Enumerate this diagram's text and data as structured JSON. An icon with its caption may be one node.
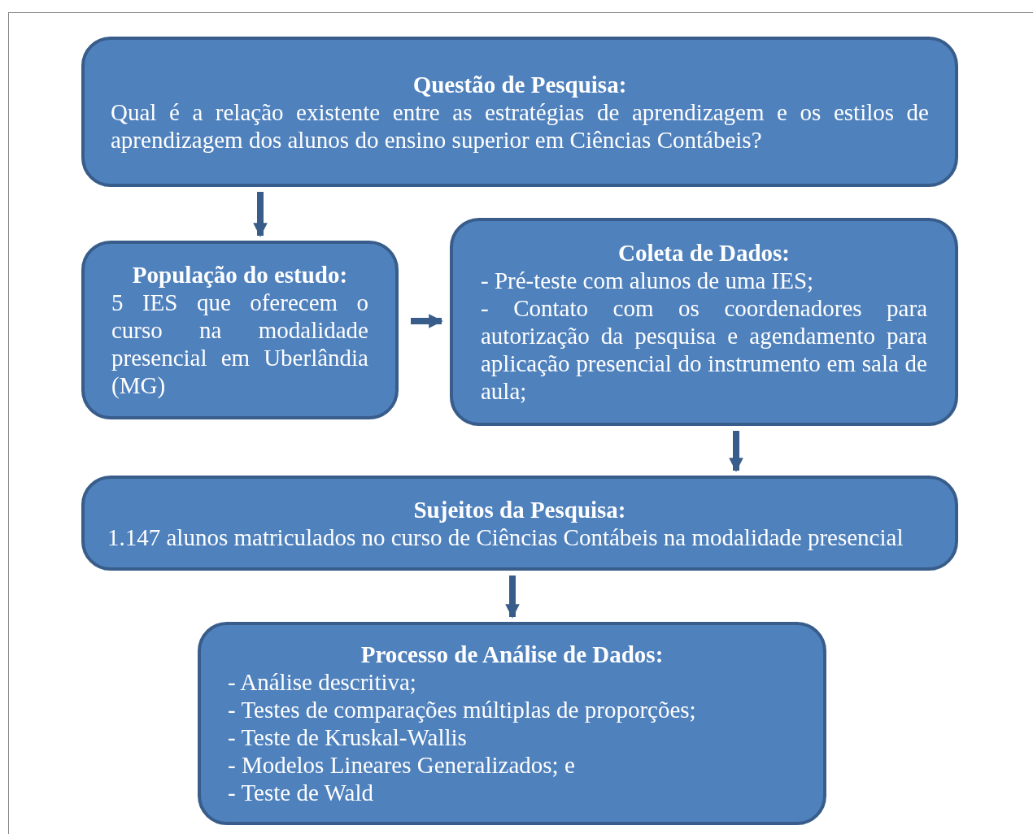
{
  "diagram": {
    "nodes": [
      {
        "text": [
          "Questão de Pesquisa:",
          "Qual é a relação existente entre as estratégias de aprendizagem e os estilos de aprendizagem dos alunos do ensino superior em Ciências Contábeis?"
        ]
      },
      {
        "text": [
          "População do estudo:",
          "5 IES que oferecem o curso na modalidade presencial em Uberlândia (MG)"
        ]
      },
      {
        "text": [
          "Coleta de Dados:",
          "- Pré-teste com alunos de uma IES;",
          "- Contato com os coordenadores para autorização da pesquisa e agendamento para aplicação presencial do instrumento em sala de aula;"
        ]
      },
      {
        "text": [
          "Sujeitos da Pesquisa:",
          "1.147 alunos matriculados no curso de Ciências Contábeis na modalidade presencial"
        ]
      },
      {
        "text": [
          "Processo de Análise de Dados:",
          "- Análise descritiva;",
          "- Testes de comparações múltiplas de proporções;",
          "- Teste de Kruskal-Wallis",
          "- Modelos Lineares Generalizados; e",
          "- Teste de Wald"
        ]
      }
    ],
    "edges": [
      {
        "from": 0,
        "to": 1,
        "arrow": "to"
      },
      {
        "from": 1,
        "to": 2,
        "arrow": "to"
      },
      {
        "from": 2,
        "to": 3,
        "arrow": "to"
      },
      {
        "from": 3,
        "to": 4,
        "arrow": "to"
      }
    ]
  }
}
